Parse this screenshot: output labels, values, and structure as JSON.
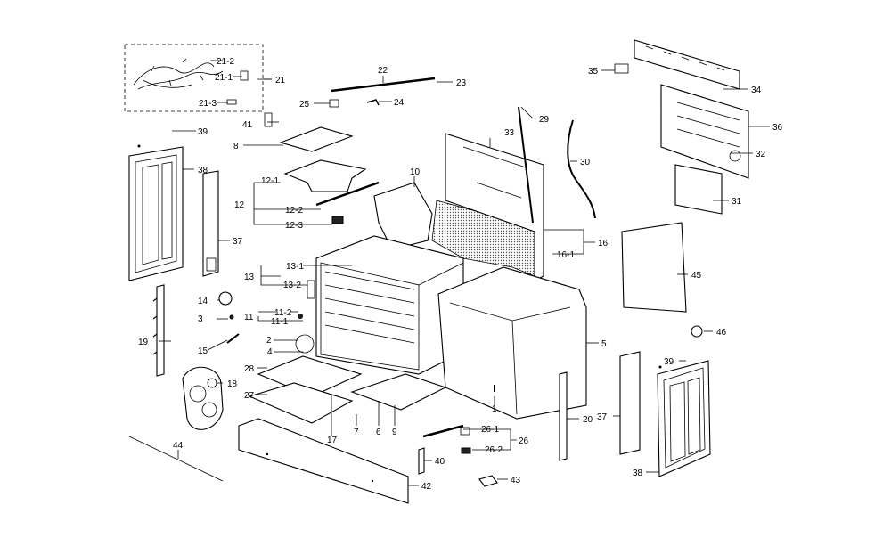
{
  "diagram": {
    "labels": {
      "l1": "1",
      "l2": "2",
      "l3": "3",
      "l4": "4",
      "l5": "5",
      "l6": "6",
      "l7": "7",
      "l8": "8",
      "l9": "9",
      "l10": "10",
      "l11": "11",
      "l11_1": "11-1",
      "l11_2": "11-2",
      "l12": "12",
      "l12_1": "12-1",
      "l12_2": "12-2",
      "l12_3": "12-3",
      "l13": "13",
      "l13_1": "13-1",
      "l13_2": "13-2",
      "l14": "14",
      "l15": "15",
      "l16": "16",
      "l16_1": "16-1",
      "l17": "17",
      "l18": "18",
      "l19": "19",
      "l20": "20",
      "l21": "21",
      "l21_1": "21-1",
      "l21_2": "21-2",
      "l21_3": "21-3",
      "l22": "22",
      "l23": "23",
      "l24": "24",
      "l25": "25",
      "l26": "26",
      "l26_1": "26-1",
      "l26_2": "26-2",
      "l27": "27",
      "l28": "28",
      "l29": "29",
      "l30": "30",
      "l31": "31",
      "l32": "32",
      "l33": "33",
      "l34": "34",
      "l35": "35",
      "l36": "36",
      "l37a": "37",
      "l37b": "37",
      "l38a": "38",
      "l38b": "38",
      "l39a": "39",
      "l39b": "39",
      "l40": "40",
      "l41": "41",
      "l42": "42",
      "l43": "43",
      "l44": "44",
      "l45": "45",
      "l46": "46"
    }
  }
}
